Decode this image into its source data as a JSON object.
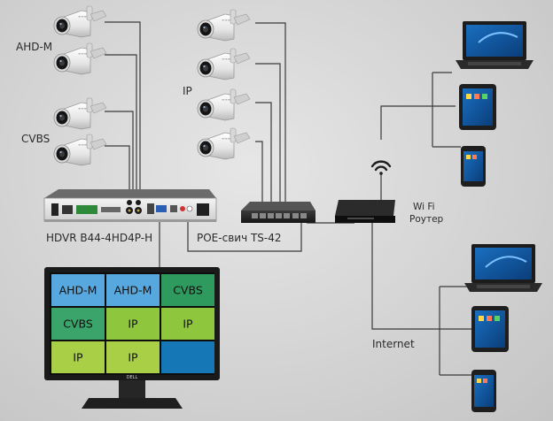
{
  "labels": {
    "ahd_group": "AHD-M",
    "cvbs_group": "CVBS",
    "ip_group": "IP",
    "dvr_model": "HDVR B44-4HD4P-H",
    "poe_switch": "POE-свич TS-42",
    "wifi_line1": "Wi Fi",
    "wifi_line2": "Роутер",
    "internet": "Internet",
    "monitor_brand": "DELL"
  },
  "monitor_tiles": [
    {
      "label": "AHD-M",
      "color": "#58a8e0"
    },
    {
      "label": "AHD-M",
      "color": "#58a8e0"
    },
    {
      "label": "CVBS",
      "color": "#2e9a5e"
    },
    {
      "label": "CVBS",
      "color": "#3aa46a"
    },
    {
      "label": "IP",
      "color": "#8ec63e"
    },
    {
      "label": "IP",
      "color": "#8ec63e"
    },
    {
      "label": "IP",
      "color": "#a8cf46"
    },
    {
      "label": "IP",
      "color": "#a8cf46"
    },
    {
      "label": "",
      "color": "#1577b6"
    }
  ],
  "colors": {
    "wire": "#3a3a3a",
    "device_dark": "#1f1f1f",
    "camera_body": "#eeeeee"
  }
}
